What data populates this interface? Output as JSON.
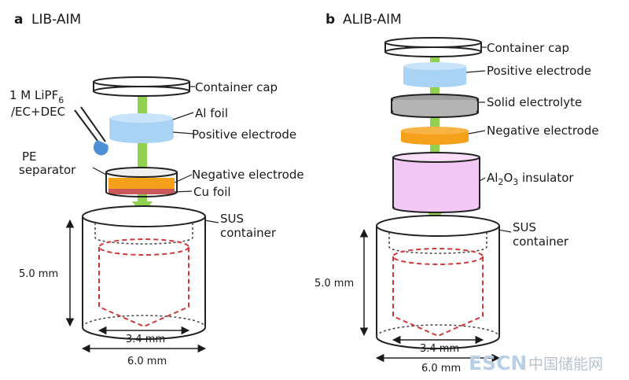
{
  "panel_a": {
    "letter": "a",
    "title": "LIB-AIM",
    "labels": {
      "container_cap": "Container cap",
      "al_foil": "Al foil",
      "positive_electrode": "Positive electrode",
      "negative_electrode": "Negative electrode",
      "cu_foil": "Cu foil",
      "electrolyte_line1": "1 M LiPF",
      "electrolyte_sub": "6",
      "electrolyte_line2": "/EC+DEC",
      "pe_line1": "PE",
      "pe_line2": "separator",
      "sus_line1": "SUS",
      "sus_line2": "container"
    },
    "dimensions": {
      "height": "5.0 mm",
      "inner": "3.4 mm",
      "outer": "6.0 mm"
    }
  },
  "panel_b": {
    "letter": "b",
    "title": "ALIB-AIM",
    "labels": {
      "container_cap": "Container cap",
      "positive_electrode": "Positive electrode",
      "solid_electrolyte": "Solid electrolyte",
      "negative_electrode": "Negative electrode",
      "insulator_al": "Al",
      "insulator_sub2": "2",
      "insulator_o": "O",
      "insulator_sub3": "3",
      "insulator_rest": " insulator",
      "sus_line1": "SUS",
      "sus_line2": "container"
    },
    "dimensions": {
      "height": "5.0 mm",
      "inner": "3.4 mm",
      "outer": "6.0 mm"
    }
  },
  "watermark": {
    "brand": "ESCN",
    "text": "中国储能网"
  },
  "colors": {
    "arrow_green": "#92d050",
    "positive_blue": "#a9d3f5",
    "negative_orange": "#f5a11c",
    "cu_red": "#c8585a",
    "solid_gray": "#b4b4b4",
    "insulator_pink": "#f4c8f4",
    "dashed_red": "#cf3b3b"
  }
}
